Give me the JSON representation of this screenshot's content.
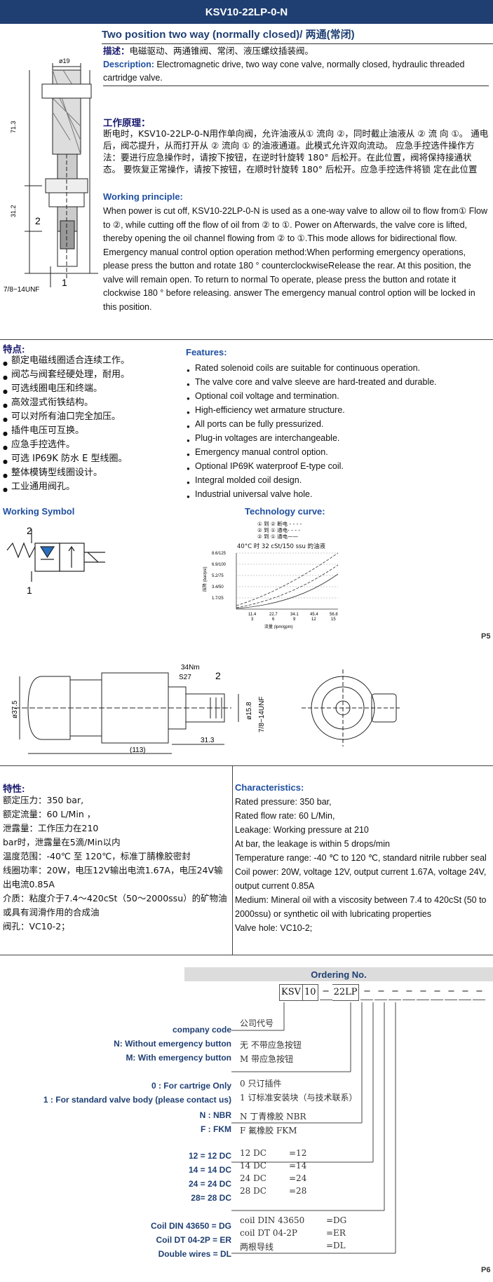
{
  "header": {
    "title": "KSV10-22LP-0-N",
    "subtitle": "Two position two way (normally closed)/ 两通(常闭)"
  },
  "colors": {
    "header_bg": "#1f3f73",
    "heading_blue": "#1f4fa0",
    "heading_navy": "#1a1a6e",
    "ordering_bar": "#dcdcdc"
  },
  "description": {
    "cn_label": "描述：",
    "cn_text": "电磁驱动、两通锥阀、常闭、液压螺纹插装阀。",
    "en_label": "Description:",
    "en_text": " Electromagnetic drive, two way cone valve, normally closed, hydraulic threaded cartridge valve."
  },
  "working_principle": {
    "cn_title": "工作原理：",
    "cn_text": "断电时，KSV10-22LP-0-N用作单向阀，允许油液从① 流向 ②，同时截止油液从 ② 流 向 ①。 通电后，阀芯提升，从而打开从 ② 流向 ① 的油液通道。此模式允许双向流动。 应急手控选件操作方法：要进行应急操作时，请按下按钮，在逆时针旋转 180° 后松开。在此位置，阀将保持接通状态。 要恢复正常操作，请按下按钮，在顺时针旋转 180° 后松开。应急手控选件将锁 定在此位置",
    "en_title": "Working principle:",
    "en_text": "When power is cut off, KSV10-22LP-0-N is used as a one-way valve to allow oil to flow from① Flow to ②, while cutting off the flow of oil from ② to ①. Power on Afterwards, the valve core is lifted, thereby opening the oil channel flowing from ② to ①.This mode allows for bidirectional flow. Emergency manual control option operation method:When performing emergency operations, please press the button and rotate 180 ° counterclockwiseRelease the rear. At this position, the valve will remain open. To return to normal To operate, please press the button and rotate it clockwise 180 ° before releasing. answer The emergency manual control option will be locked in this position."
  },
  "drawing_top": {
    "dim_dia": "ø19",
    "dim_h1": "71.3",
    "dim_h2": "31.2",
    "thread": "7/8−14UNF",
    "port2": "2",
    "port1": "1"
  },
  "features": {
    "cn_title": "特点:",
    "cn_items": [
      "额定电磁线圈适合连续工作。",
      "阀芯与阀套经硬处理，耐用。",
      "可选线圈电压和终端。",
      "高效湿式衔铁结构。",
      "可以对所有油口完全加压。",
      "插件电压可互换。",
      "应急手控选件。",
      "可选 IP69K 防水 E 型线圈。",
      "整体模铸型线圈设计。",
      "工业通用阀孔。"
    ],
    "en_title": "Features:",
    "en_items": [
      "Rated solenoid coils are suitable for continuous operation.",
      "The valve core and valve sleeve are hard-treated and durable.",
      "Optional coil voltage and termination.",
      "High-efficiency wet armature structure.",
      "All ports can be fully pressurized.",
      "Plug-in voltages are interchangeable.",
      "Emergency manual control option.",
      "Optional IP69K waterproof E-type coil.",
      "Integral molded coil design.",
      "Industrial universal valve hole."
    ]
  },
  "symbol": {
    "title": "Working Symbol",
    "port2": "2",
    "port1": "1"
  },
  "tech_curve": {
    "title": "Technology curve:",
    "legend": [
      "① 到 ② 断电 - - - -",
      "② 到 ① 通电- - - -",
      "② 到 ① 通电——"
    ],
    "condition": "40°C 时 32 cSt/150 ssu 的油液",
    "ylabel": "压降 (bar/psi)",
    "xlabel": "流量 (lpm/gpm)",
    "yticks": [
      "8.6/125",
      "6.9/100",
      "5.2/75",
      "3.4/50",
      "1.7/25"
    ],
    "xticks_top": [
      "11.4",
      "22.7",
      "34.1",
      "45.4",
      "56.8"
    ],
    "xticks_bottom": [
      "3",
      "6",
      "9",
      "12",
      "15"
    ]
  },
  "page_marks": {
    "p5": "P5",
    "p6": "P6"
  },
  "drawing_mid": {
    "torque": "34Nm",
    "wrench": "S27",
    "port2": "2",
    "dia_body": "ø37.5",
    "dia_small": "ø15.8",
    "thread": "7/8−14UNF",
    "len_short": "31.3",
    "len_total": "(113)"
  },
  "characteristics": {
    "cn_title": "特性:",
    "cn_lines": [
      "额定压力：350 bar,",
      "额定流量：60 L/Min ，",
      "泄露量：工作压力在210",
      "bar时，泄露量在5滴/Min以内",
      "温度范围：-40℃ 至 120℃，标准丁腈橡胶密封",
      "线圈功率：20W，电压12V输出电流1.67A，电压24V输出电流0.85A",
      "介质：粘度介于7.4～420cSt（50～2000ssu）的矿物油或具有润滑作用的合成油",
      "阀孔：VC10-2；"
    ],
    "en_title": "Characteristics:",
    "en_lines": [
      "Rated pressure: 350 bar,",
      "Rated flow rate: 60 L/Min,",
      "Leakage: Working pressure at 210",
      "At bar, the leakage is within 5 drops/min",
      "Temperature range: -40 ℃ to 120 ℃, standard nitrile rubber seal",
      "Coil power: 20W, voltage 12V, output current 1.67A, voltage 24V, output current 0.85A",
      "Medium: Mineral oil with a viscosity between 7.4 to 420cSt (50 to 2000ssu) or synthetic oil with lubricating properties",
      "Valve hole: VC10-2;"
    ]
  },
  "ordering": {
    "title": "Ordering No.",
    "code_boxes": [
      "KSV",
      "10",
      "−",
      "22LP",
      "−",
      "−",
      "−",
      "−",
      "−",
      "−",
      "−",
      "−",
      "−"
    ],
    "en_labels": [
      "company code",
      "N: Without emergency button",
      "M: With emergency button",
      "0 : For cartrige Only",
      "1 : For standard valve body (please contact us)",
      "N : NBR",
      "F : FKM",
      "12 = 12 DC",
      "14 = 14 DC",
      "24 = 24 DC",
      "28= 28 DC",
      "Coil DIN 43650 = DG",
      "Coil DT 04-2P = ER",
      "Double wires = DL"
    ],
    "cn_labels": [
      "公司代号",
      "无  不带应急按钮",
      "M   带应急按钮",
      "0   只订插件",
      "1   订标准安装块（与技术联系）",
      "N   丁青橡胶 NBR",
      "F   氟橡胶    FKM",
      "12 DC",
      "14 DC",
      "24 DC",
      "28 DC",
      "coil DIN 43650",
      "coil DT 04-2P",
      "两根导线"
    ],
    "cn_codes": [
      "=12",
      "=14",
      "=24",
      "=28",
      "=DG",
      "=ER",
      "=DL"
    ]
  }
}
